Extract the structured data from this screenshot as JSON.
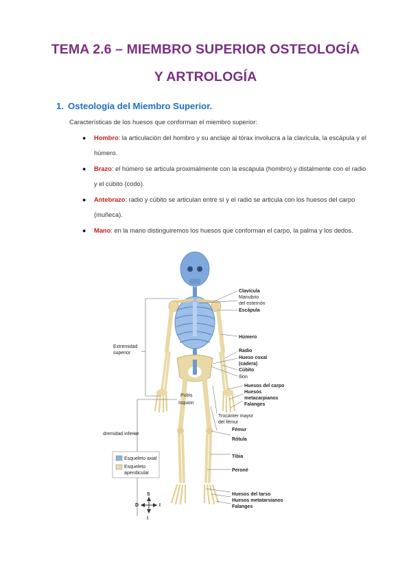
{
  "title": {
    "line1": "TEMA 2.6 – MIEMBRO SUPERIOR OSTEOLOGÍA",
    "line2": "Y ARTROLOGÍA"
  },
  "section": {
    "number": "1.",
    "heading": "Osteología del Miembro Superior."
  },
  "intro": "Características de los huesos que conforman el miembro superior:",
  "bullets": [
    {
      "term": "Hombro",
      "text": ": la articulación del hombro y su anclaje al tórax involucra a la clavícula, la escápula y el húmero."
    },
    {
      "term": "Brazo",
      "text": ": el húmero se articula proximalmente con la escápula (hombro) y distalmente con el radio y el cúbito (codo)."
    },
    {
      "term": "Antebrazo",
      "text": ": radio y cúbito se articulan entre sí y el radio se articula con los huesos del carpo (muñeca)."
    },
    {
      "term": "Mano",
      "text": ": en la mano distinguiremos los huesos que conforman el carpo, la palma y los dedos."
    }
  ],
  "figure": {
    "right_labels": [
      {
        "text": "Clavícula",
        "bold": true
      },
      {
        "text": "Manubrio",
        "bold": false
      },
      {
        "text": "del esternón",
        "bold": false
      },
      {
        "text": "Escápula",
        "bold": true
      },
      {
        "text": "Húmero",
        "bold": true
      },
      {
        "text": "Radio",
        "bold": true
      },
      {
        "text": "Hueso coxal",
        "bold": true
      },
      {
        "text": "(cadera)",
        "bold": true
      },
      {
        "text": "Cúbito",
        "bold": true
      },
      {
        "text": "Ilion",
        "bold": false
      },
      {
        "text": "Huesos del carpo",
        "bold": true
      },
      {
        "text": "Huesos",
        "bold": true
      },
      {
        "text": "metacarpianos",
        "bold": true
      },
      {
        "text": "Falanges",
        "bold": true
      },
      {
        "text": "Trocánter mayor",
        "bold": false
      },
      {
        "text": "del fémur",
        "bold": false
      },
      {
        "text": "Fémur",
        "bold": true
      },
      {
        "text": "Rótula",
        "bold": true
      },
      {
        "text": "Tibia",
        "bold": true
      },
      {
        "text": "Peroné",
        "bold": true
      },
      {
        "text": "Huesos del tarso",
        "bold": true
      },
      {
        "text": "Huesos metatarsianos",
        "bold": true
      },
      {
        "text": "Falanges",
        "bold": true
      }
    ],
    "left_labels": {
      "upper_1": "Extremidad",
      "upper_2": "superior",
      "lower": "dremidad inferior",
      "pubis": "Pubis",
      "isquion": "Isquion"
    },
    "legend": {
      "axial": "Esqueleto axial",
      "apendicular_1": "Esqueleto",
      "apendicular_2": "apendicular",
      "axial_color": "#8fb3e0",
      "apendicular_color": "#eadcae"
    },
    "compass": {
      "s_top": "S",
      "d": "D",
      "i_right": "I",
      "i_bottom": "I"
    }
  },
  "colors": {
    "title": "#7a2f82",
    "heading": "#1f6fc2",
    "term": "#c0201c",
    "axial_bone": "#7fa9dd",
    "appendicular_bone": "#e9d9a6"
  }
}
